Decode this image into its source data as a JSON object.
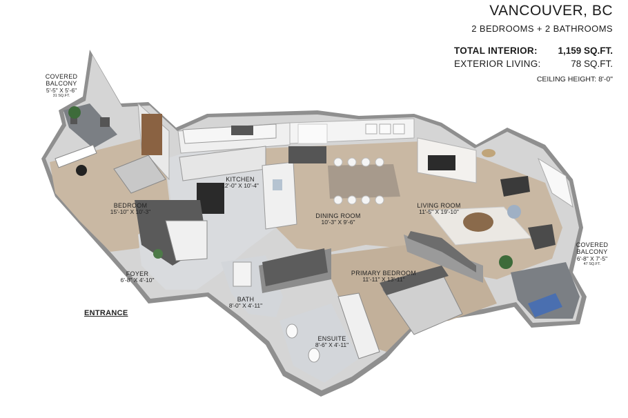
{
  "header": {
    "city": "VANCOUVER, BC",
    "summary": "2 BEDROOMS + 2 BATHROOMS",
    "total_interior_label": "TOTAL INTERIOR:",
    "total_interior_value": "1,159 SQ.FT.",
    "exterior_living_label": "EXTERIOR LIVING:",
    "exterior_living_value": "78 SQ.FT.",
    "ceiling_height": "CEILING HEIGHT: 8'-0\""
  },
  "rooms": {
    "covered_balcony_left": {
      "name": "COVERED",
      "name2": "BALCONY",
      "dims": "5'-5\" X 5'-6\"",
      "area": "31 SQ.FT."
    },
    "kitchen": {
      "name": "KITCHEN",
      "dims": "12'-0\" X 10'-4\""
    },
    "bedroom": {
      "name": "BEDROOM",
      "dims": "15'-10\" X 10'-3\""
    },
    "dining_room": {
      "name": "DINING ROOM",
      "dims": "10'-3\" X 9'-6\""
    },
    "living_room": {
      "name": "LIVING ROOM",
      "dims": "11'-5\" X 19'-10\""
    },
    "covered_balcony_right": {
      "name": "COVERED",
      "name2": "BALCONY",
      "dims": "6'-8\" X 7'-5\"",
      "area": "47 SQ.FT."
    },
    "foyer": {
      "name": "FOYER",
      "dims": "6'-8\" X 4'-10\""
    },
    "primary_bedroom": {
      "name": "PRIMARY BEDROOM",
      "dims": "11'-11\" X 13'-11\""
    },
    "bath": {
      "name": "BATH",
      "dims": "8'-0\" X 4'-11\""
    },
    "ensuite": {
      "name": "ENSUITE",
      "dims": "8'-6\" X 4'-11\""
    }
  },
  "entrance_label": "ENTRANCE",
  "colors": {
    "wall": "#9a9a9a",
    "wall_top": "#cfcfcf",
    "wood_floor": "#c9b8a3",
    "tile_floor": "#d8dadd",
    "balcony_floor": "#7b7f84",
    "cabinet_dark": "#5b5b5b",
    "cabinet_light": "#f2f2f2",
    "rug": "#e8e6e2"
  }
}
